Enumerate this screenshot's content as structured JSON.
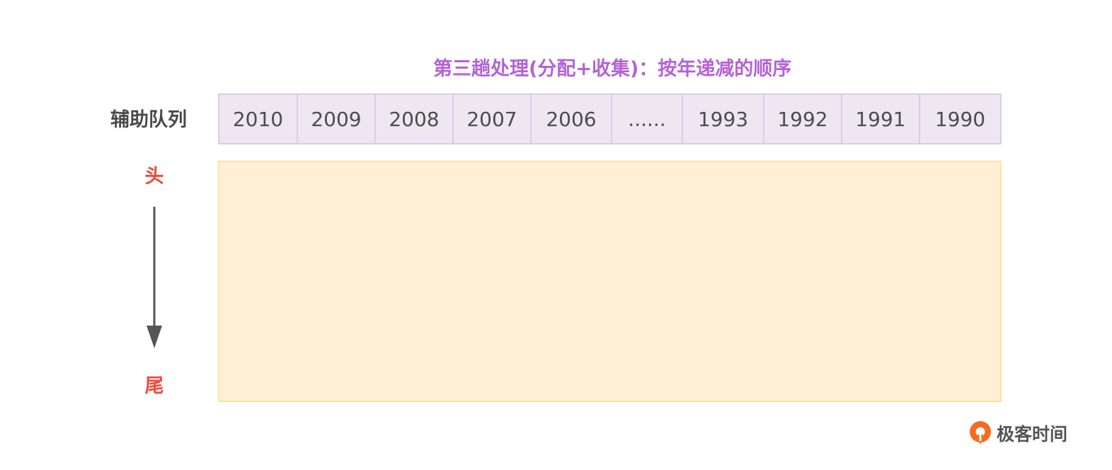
{
  "title": "第三趟处理(分配+收集)：按年递减的顺序",
  "queue": {
    "label": "辅助队列",
    "cells": [
      "2010",
      "2009",
      "2008",
      "2007",
      "2006",
      "......",
      "1993",
      "1992",
      "1991",
      "1990"
    ]
  },
  "direction": {
    "head": "头",
    "tail": "尾"
  },
  "brand": {
    "name": "极客时间",
    "icon": "geektime-logo-icon"
  },
  "colors": {
    "title": "#b463d6",
    "queue_fill": "#eee7f2",
    "queue_border": "#dccbe6",
    "bucket_fill": "#ffefd4",
    "bucket_border": "#ffe1a0",
    "head_tail": "#f04a3e",
    "brand_orange": "#f56a1f"
  }
}
